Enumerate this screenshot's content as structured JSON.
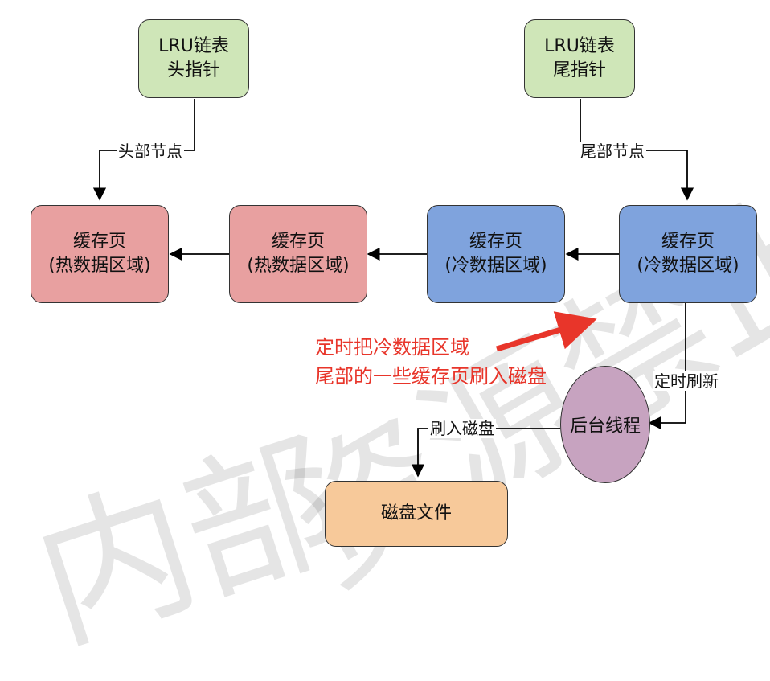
{
  "nodes": {
    "lru_head": {
      "line1": "LRU链表",
      "line2": "头指针"
    },
    "lru_tail": {
      "line1": "LRU链表",
      "line2": "尾指针"
    },
    "hot_page_1": {
      "line1": "缓存页",
      "line2": "(热数据区域)"
    },
    "hot_page_2": {
      "line1": "缓存页",
      "line2": "(热数据区域)"
    },
    "cold_page_1": {
      "line1": "缓存页",
      "line2": "(冷数据区域)"
    },
    "cold_page_2": {
      "line1": "缓存页",
      "line2": "(冷数据区域)"
    },
    "background_thread": {
      "label": "后台线程"
    },
    "disk_file": {
      "label": "磁盘文件"
    }
  },
  "edge_labels": {
    "head_node": "头部节点",
    "tail_node": "尾部节点",
    "timed_flush": "定时刷新",
    "flush_to_disk": "刷入磁盘"
  },
  "annotation": {
    "line1": "定时把冷数据区域",
    "line2": "尾部的一些缓存页刷入磁盘"
  },
  "watermark": {
    "text1": "内部",
    "text2": "资源禁止"
  },
  "colors": {
    "green": "#cfe6b8",
    "red": "#e8a0a0",
    "blue": "#7fa3dd",
    "purple": "#c7a3c0",
    "orange": "#f7c99a",
    "annotation": "#e8352a"
  }
}
